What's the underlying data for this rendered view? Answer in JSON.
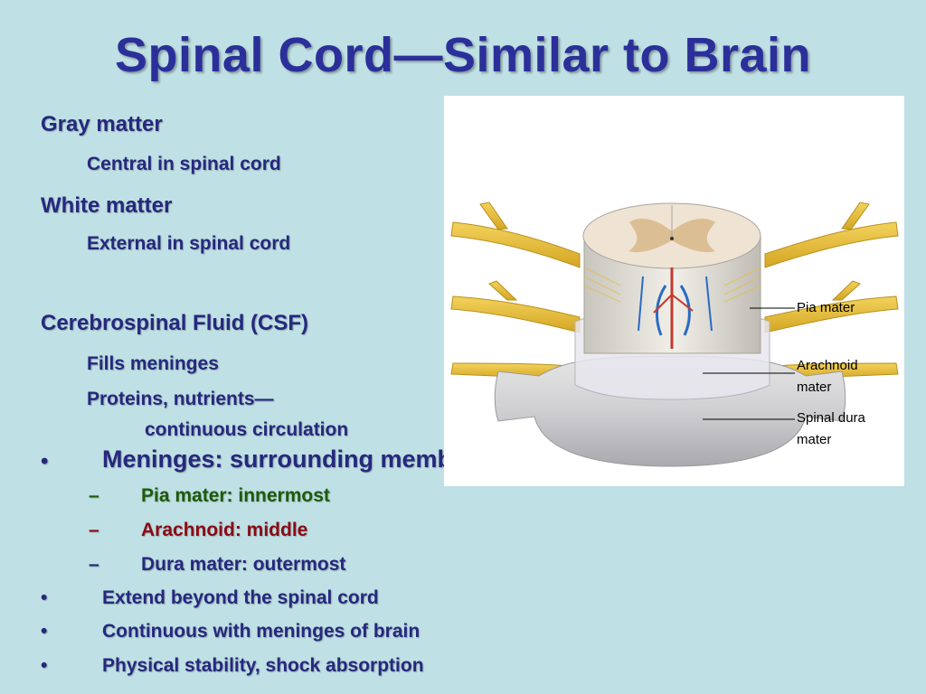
{
  "slide": {
    "title": "Spinal Cord—Similar to Brain"
  },
  "left_text": {
    "gray_matter": "Gray matter",
    "gray_sub": "Central in spinal cord",
    "white_matter": "White matter",
    "white_sub": "External in spinal cord",
    "csf": "Cerebrospinal Fluid (CSF)",
    "csf_sub1": "Fills meninges",
    "csf_sub2_line1": "Proteins, nutrients—",
    "csf_sub2_line2": "continuous circulation"
  },
  "bullets": {
    "bullet_char": "•",
    "dash_char": "–",
    "meninges": "Meninges: surrounding membranes",
    "pia": "Pia mater:  innermost",
    "arachnoid": "Arachnoid:  middle",
    "dura": "Dura mater:  outermost",
    "extend": "Extend beyond the spinal cord",
    "continuous": "Continuous with meninges of brain",
    "stability": "Physical stability, shock absorption"
  },
  "figure_labels": {
    "pia_mater": "Pia mater",
    "arachnoid_line1": "Arachnoid",
    "arachnoid_line2": "mater",
    "dura_line1": "Spinal dura",
    "dura_line2": "mater"
  },
  "colors": {
    "background": "#bfe0e4",
    "title": "#2b2f9a",
    "body_text": "#26287e",
    "pia_text": "#1c5a0a",
    "arachnoid_text": "#8b0a14"
  }
}
